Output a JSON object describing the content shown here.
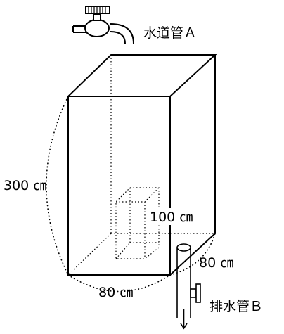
{
  "labels": {
    "pipe_a": "水道管Ａ",
    "pipe_b": "排水管Ｂ",
    "height": "300 ㎝",
    "block_height": "100 ㎝",
    "depth": "80 ㎝",
    "width": "80 ㎝"
  }
}
